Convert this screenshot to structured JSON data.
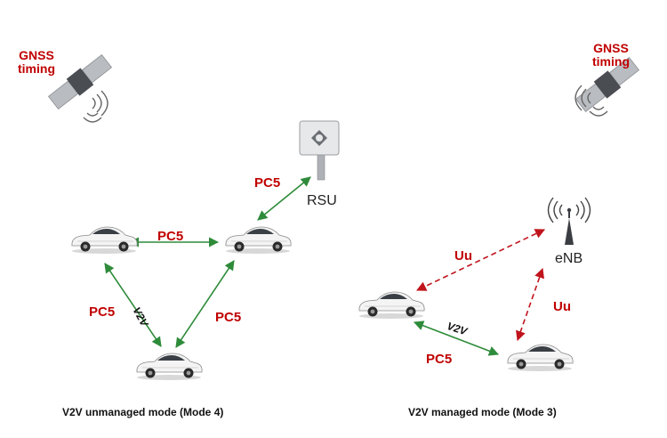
{
  "left": {
    "gnss_label_1": "GNSS",
    "gnss_label_2": "timing",
    "pc5_rsu": "PC5",
    "rsu_label": "RSU",
    "pc5_top": "PC5",
    "pc5_left": "PC5",
    "pc5_right": "PC5",
    "v2v_label": "V2V",
    "caption": "V2V unmanaged mode (Mode 4)"
  },
  "right": {
    "gnss_label_1": "GNSS",
    "gnss_label_2": "timing",
    "enb_label": "eNB",
    "uu_top": "Uu",
    "uu_right": "Uu",
    "v2v_label": "V2V",
    "pc5_bottom": "PC5",
    "caption": "V2V managed mode (Mode 3)"
  },
  "colors": {
    "pc5_link": "#2e8b3a",
    "uu_link": "#c0141c",
    "label_red": "#c00000"
  }
}
